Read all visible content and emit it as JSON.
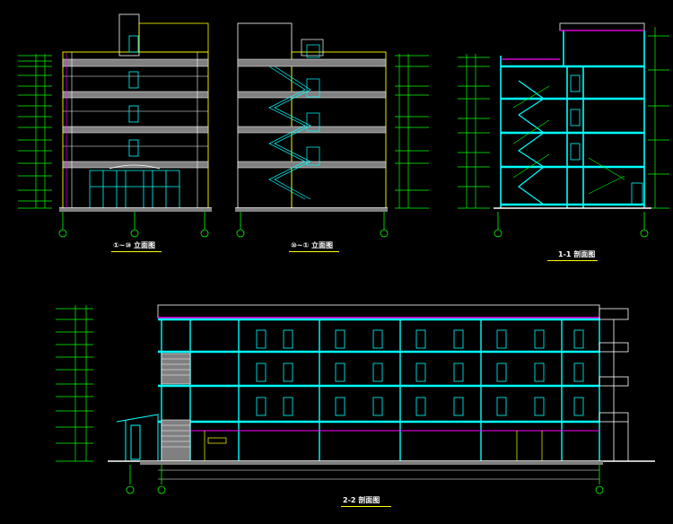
{
  "titles": {
    "elevation_front": "①~⑩ 立面图",
    "elevation_side": "⑩~① 立面图",
    "section_left": "1-1 剖面图",
    "section_long": "2-2 剖面图"
  },
  "colors": {
    "background": "#000000",
    "structure": "#00ffff",
    "floors": "#ffffff",
    "dims": "#00ff00",
    "walls": "#ffff00",
    "roof": "#ff00ff",
    "fill": "#808080"
  }
}
